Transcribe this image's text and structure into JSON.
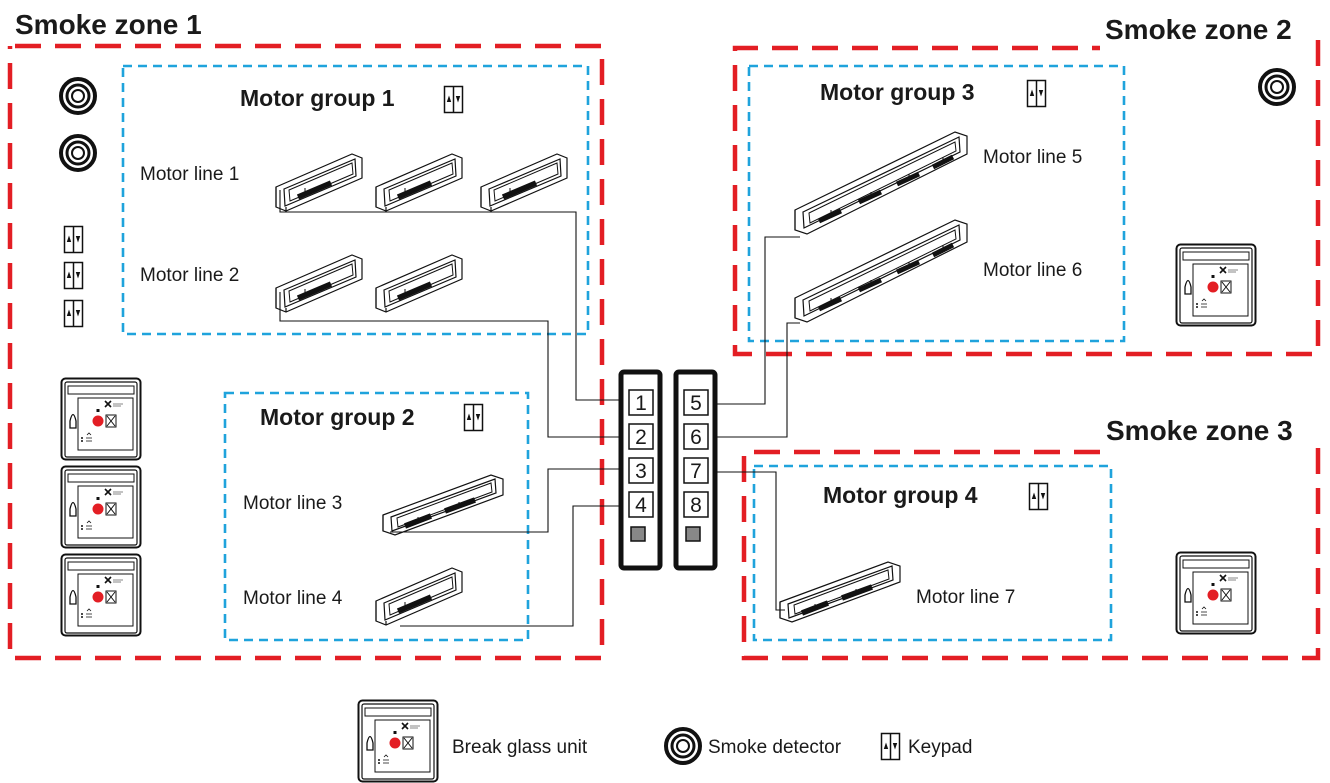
{
  "colors": {
    "zone_border": "#e31e24",
    "group_border": "#1fa3dc",
    "ink": "#1a1a1a",
    "alarm_button": "#e31e24"
  },
  "zones": [
    {
      "id": "zone1",
      "title": "Smoke zone 1"
    },
    {
      "id": "zone2",
      "title": "Smoke zone 2"
    },
    {
      "id": "zone3",
      "title": "Smoke zone 3"
    }
  ],
  "groups": [
    {
      "id": "g1",
      "title": "Motor group 1"
    },
    {
      "id": "g2",
      "title": "Motor group 2"
    },
    {
      "id": "g3",
      "title": "Motor group 3"
    },
    {
      "id": "g4",
      "title": "Motor group 4"
    }
  ],
  "motor_lines": [
    {
      "id": "ml1",
      "label": "Motor line 1",
      "terminal": "1"
    },
    {
      "id": "ml2",
      "label": "Motor line 2",
      "terminal": "2"
    },
    {
      "id": "ml3",
      "label": "Motor line 3",
      "terminal": "3"
    },
    {
      "id": "ml4",
      "label": "Motor line 4",
      "terminal": "4"
    },
    {
      "id": "ml5",
      "label": "Motor line 5",
      "terminal": "5"
    },
    {
      "id": "ml6",
      "label": "Motor line 6",
      "terminal": "6"
    },
    {
      "id": "ml7",
      "label": "Motor line 7",
      "terminal": "7"
    }
  ],
  "control_panel": {
    "left_terminals": [
      "1",
      "2",
      "3",
      "4"
    ],
    "right_terminals": [
      "5",
      "6",
      "7",
      "8"
    ]
  },
  "legend": {
    "break_glass": "Break glass unit",
    "smoke_detector": "Smoke detector",
    "keypad": "Keypad"
  },
  "icons": {
    "window": "window-actuator-icon",
    "keypad": "keypad-icon",
    "smoke_detector": "smoke-detector-icon",
    "break_glass": "break-glass-unit-icon"
  }
}
